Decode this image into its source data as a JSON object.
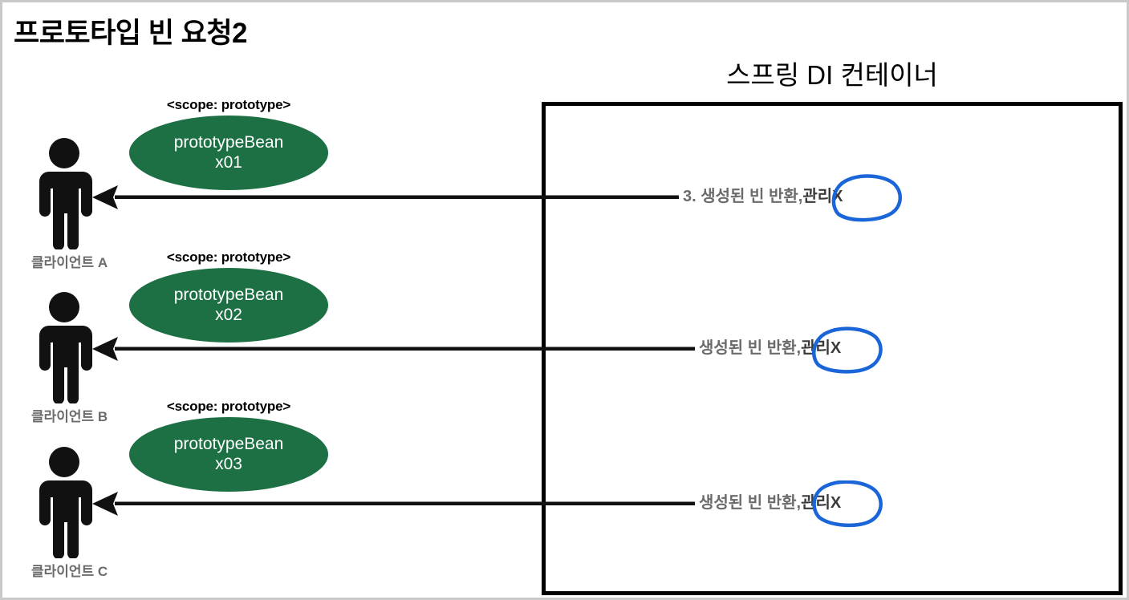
{
  "page": {
    "title": "프로토타입 빈 요청2",
    "background": "#ffffff",
    "frame_border_color": "#c9c9c9"
  },
  "container": {
    "title": "스프링 DI 컨테이너",
    "border_color": "#000000"
  },
  "colors": {
    "bean_green": "#1c7044",
    "annotation_blue": "#1a66d8",
    "label_gray": "#6b6b6b",
    "arrow_black": "#111111"
  },
  "clients": [
    {
      "label": "클라이언트 A",
      "icon": "person-icon"
    },
    {
      "label": "클라이언트 B",
      "icon": "person-icon"
    },
    {
      "label": "클라이언트 C",
      "icon": "person-icon"
    }
  ],
  "beans": [
    {
      "scope": "<scope: prototype>",
      "name": "prototypeBean",
      "instance": "x01"
    },
    {
      "scope": "<scope: prototype>",
      "name": "prototypeBean",
      "instance": "x02"
    },
    {
      "scope": "<scope: prototype>",
      "name": "prototypeBean",
      "instance": "x03"
    }
  ],
  "arrows": [
    {
      "direction": "left",
      "label_prefix": "3. 생성된 빈 반환,",
      "label_annotated": "관리X",
      "annotation": "blue-hand-drawn-circle"
    },
    {
      "direction": "left",
      "label_prefix": "생성된 빈 반환,",
      "label_annotated": "관리X",
      "annotation": "blue-hand-drawn-circle"
    },
    {
      "direction": "left",
      "label_prefix": "생성된 빈 반환,",
      "label_annotated": "관리X",
      "annotation": "blue-hand-drawn-circle"
    }
  ]
}
